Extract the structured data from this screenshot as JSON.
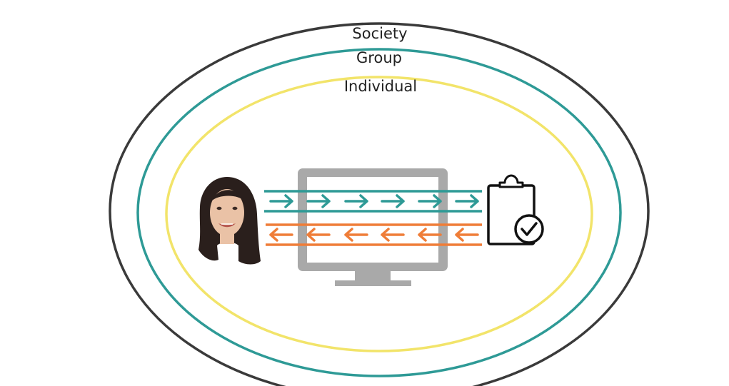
{
  "diagram": {
    "rings": {
      "society": {
        "label": "Society",
        "color": "#3a3a3a"
      },
      "group": {
        "label": "Group",
        "color": "#2e9a96"
      },
      "individual": {
        "label": "Individual",
        "color": "#f2e46a"
      }
    },
    "person": {
      "icon": "woman-portrait-icon",
      "hair_color": "#2a1f1c",
      "skin_color": "#eac2a6"
    },
    "screen": {
      "icon": "computer-monitor-icon",
      "color": "#a9a9a9"
    },
    "flows": {
      "outgoing": {
        "direction": "right",
        "color": "#2e9a96",
        "arrow_count": 6
      },
      "incoming": {
        "direction": "left",
        "color": "#ef7d38",
        "arrow_count": 6
      }
    },
    "task": {
      "icon": "clipboard-check-icon",
      "color": "#111111"
    }
  }
}
